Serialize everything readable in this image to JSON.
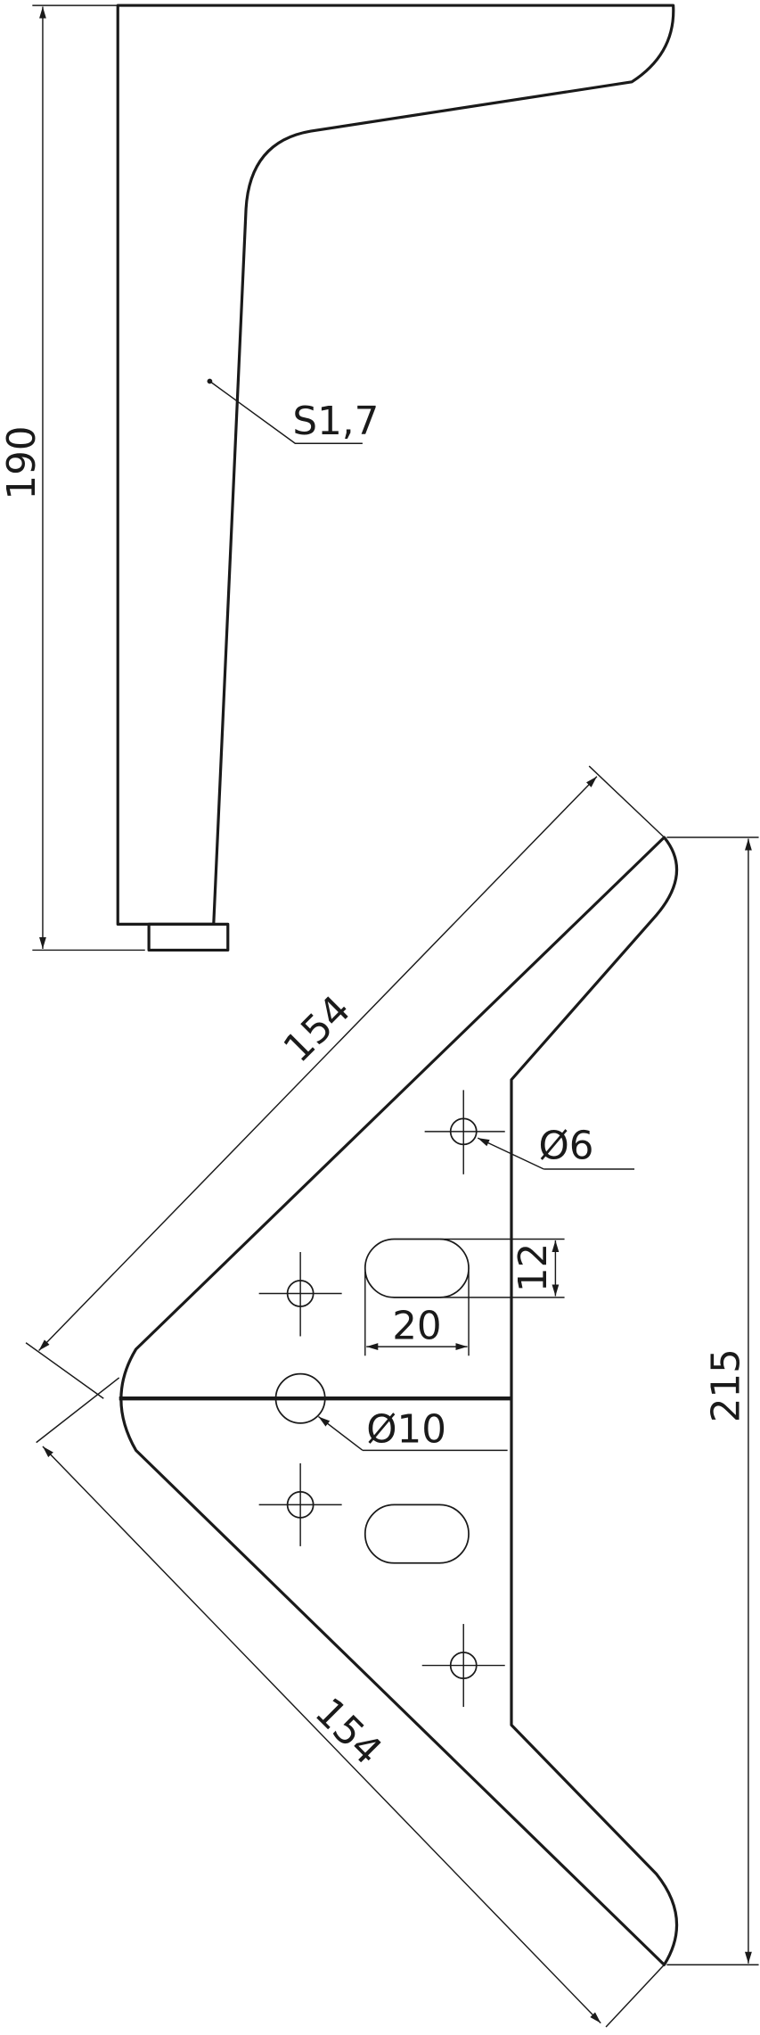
{
  "side_view": {
    "height_label": "190",
    "thickness_label": "S1,7"
  },
  "plate_view": {
    "upper_edge_label": "154",
    "lower_edge_label": "154",
    "total_height_label": "215",
    "small_hole_label": "Ø6",
    "large_hole_label": "Ø10",
    "slot_width_label": "20",
    "slot_height_label": "12"
  }
}
